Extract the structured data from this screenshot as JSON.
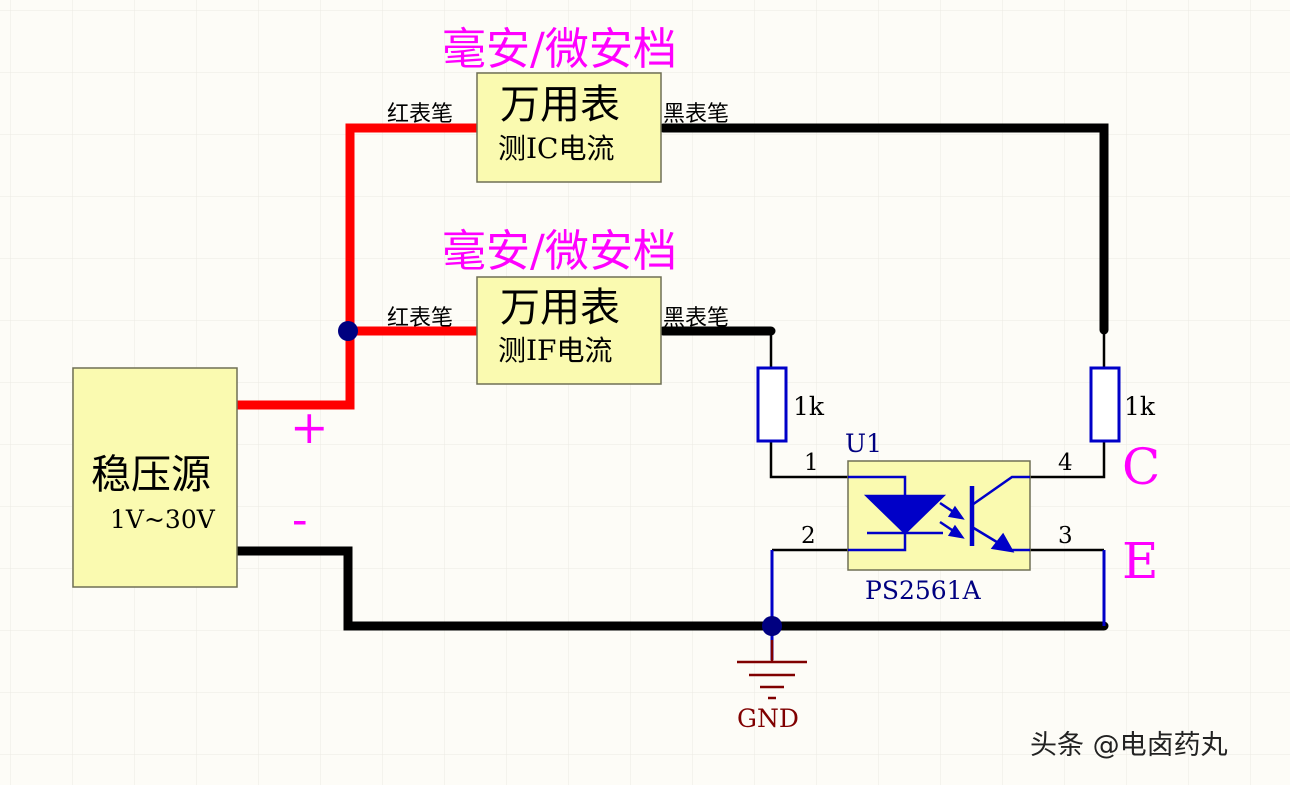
{
  "colors": {
    "background": "#fdfcf7",
    "grid": "#ebeae3",
    "box_fill": "#fafab0",
    "box_border": "#6f6f55",
    "red_wire": "#ff0000",
    "black_wire": "#000000",
    "blue": "#0000c8",
    "magenta": "#ff00ff",
    "gnd": "#800000",
    "junction": "#000080"
  },
  "meter_top": {
    "range_label": "毫安/微安档",
    "title": "万用表",
    "subtitle": "测IC电流",
    "red_probe": "红表笔",
    "black_probe": "黑表笔"
  },
  "meter_bottom": {
    "range_label": "毫安/微安档",
    "title": "万用表",
    "subtitle": "测IF电流",
    "red_probe": "红表笔",
    "black_probe": "黑表笔"
  },
  "power_supply": {
    "title": "稳压源",
    "range": "1V~30V",
    "plus": "+",
    "minus": "-"
  },
  "resistor_left": {
    "value": "1k"
  },
  "resistor_right": {
    "value": "1k"
  },
  "optocoupler": {
    "designator": "U1",
    "part": "PS2561A",
    "pins": [
      "1",
      "2",
      "3",
      "4"
    ],
    "collector_label": "C",
    "emitter_label": "E"
  },
  "ground": {
    "label": "GND"
  },
  "watermark": {
    "text": "头条 @电卤药丸"
  }
}
